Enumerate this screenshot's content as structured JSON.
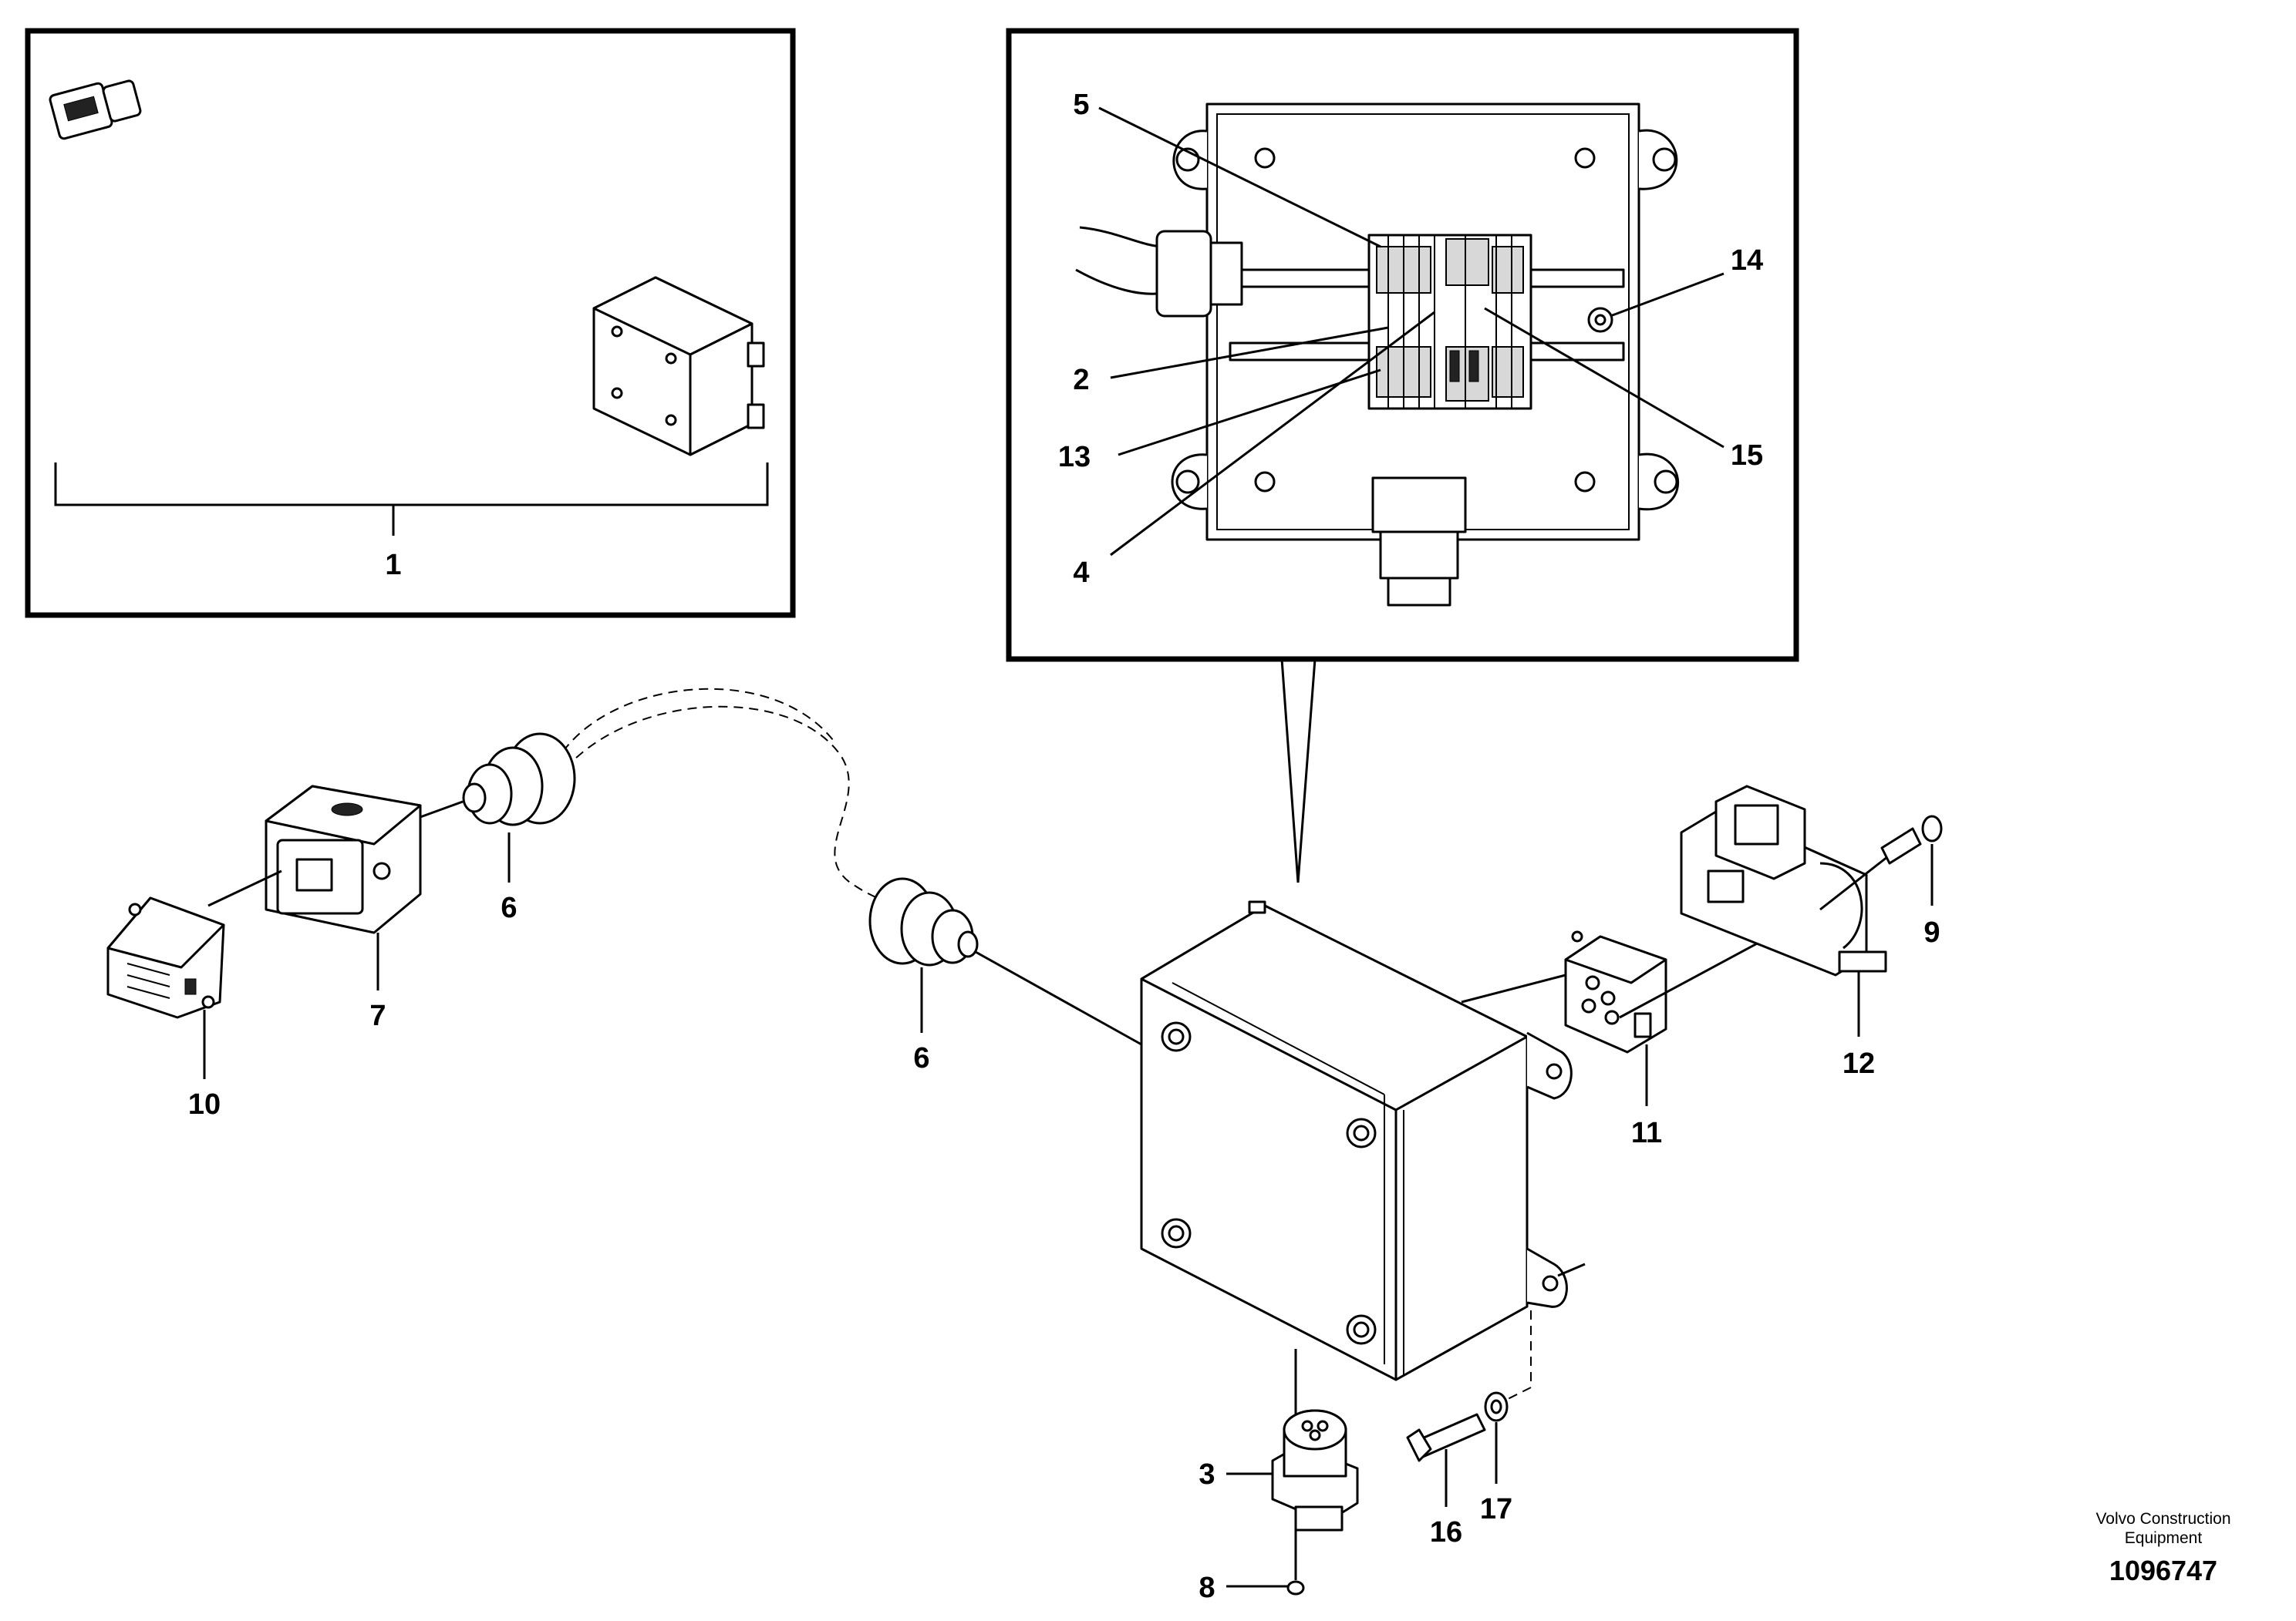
{
  "diagram": {
    "callouts": {
      "c1": "1",
      "c2": "2",
      "c3": "3",
      "c4": "4",
      "c5": "5",
      "c6a": "6",
      "c6b": "6",
      "c7": "7",
      "c8": "8",
      "c9": "9",
      "c10": "10",
      "c11": "11",
      "c12": "12",
      "c13": "13",
      "c14": "14",
      "c15": "15",
      "c16": "16",
      "c17": "17"
    },
    "footer": {
      "brand_line1": "Volvo Construction",
      "brand_line2": "Equipment",
      "doc_number": "1096747"
    }
  }
}
